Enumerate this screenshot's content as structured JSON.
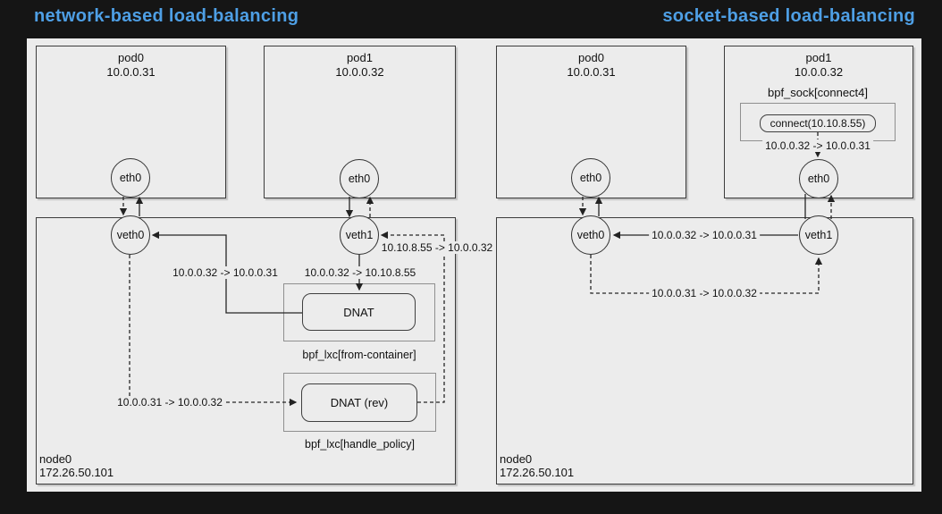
{
  "titles": {
    "left": "network-based load-balancing",
    "right": "socket-based load-balancing"
  },
  "colors": {
    "background": "#151515",
    "panel": "#ececec",
    "accent": "#4e9fe5"
  },
  "network_lb": {
    "pods": [
      {
        "name": "pod0",
        "ip": "10.0.0.31",
        "iface": "eth0"
      },
      {
        "name": "pod1",
        "ip": "10.0.0.32",
        "iface": "eth0"
      }
    ],
    "node": {
      "name": "node0",
      "ip": "172.26.50.101",
      "veth0": "veth0",
      "veth1": "veth1"
    },
    "dnat_box": "DNAT",
    "dnat_wrapper": "bpf_lxc[from-container]",
    "dnat_rev_box": "DNAT (rev)",
    "dnat_rev_wrapper": "bpf_lxc[handle_policy]",
    "flows": {
      "pod1_to_service": "10.0.0.32 -> 10.10.8.55",
      "dnat_to_pod0": "10.0.0.32 -> 10.0.0.31",
      "pod0_reply": "10.0.0.31 -> 10.0.0.32",
      "rev_dnat_to_pod1": "10.10.8.55 -> 10.0.0.32"
    }
  },
  "socket_lb": {
    "pods": [
      {
        "name": "pod0",
        "ip": "10.0.0.31",
        "iface": "eth0"
      },
      {
        "name": "pod1",
        "ip": "10.0.0.32",
        "iface": "eth0"
      }
    ],
    "pod1_hook": "bpf_sock[connect4]",
    "pod1_connect": "connect(10.10.8.55)",
    "pod1_translated": "10.0.0.32 -> 10.0.0.31",
    "node": {
      "name": "node0",
      "ip": "172.26.50.101",
      "veth0": "veth0",
      "veth1": "veth1"
    },
    "flows": {
      "request": "10.0.0.32 -> 10.0.0.31",
      "reply": "10.0.0.31 -> 10.0.0.32"
    }
  }
}
